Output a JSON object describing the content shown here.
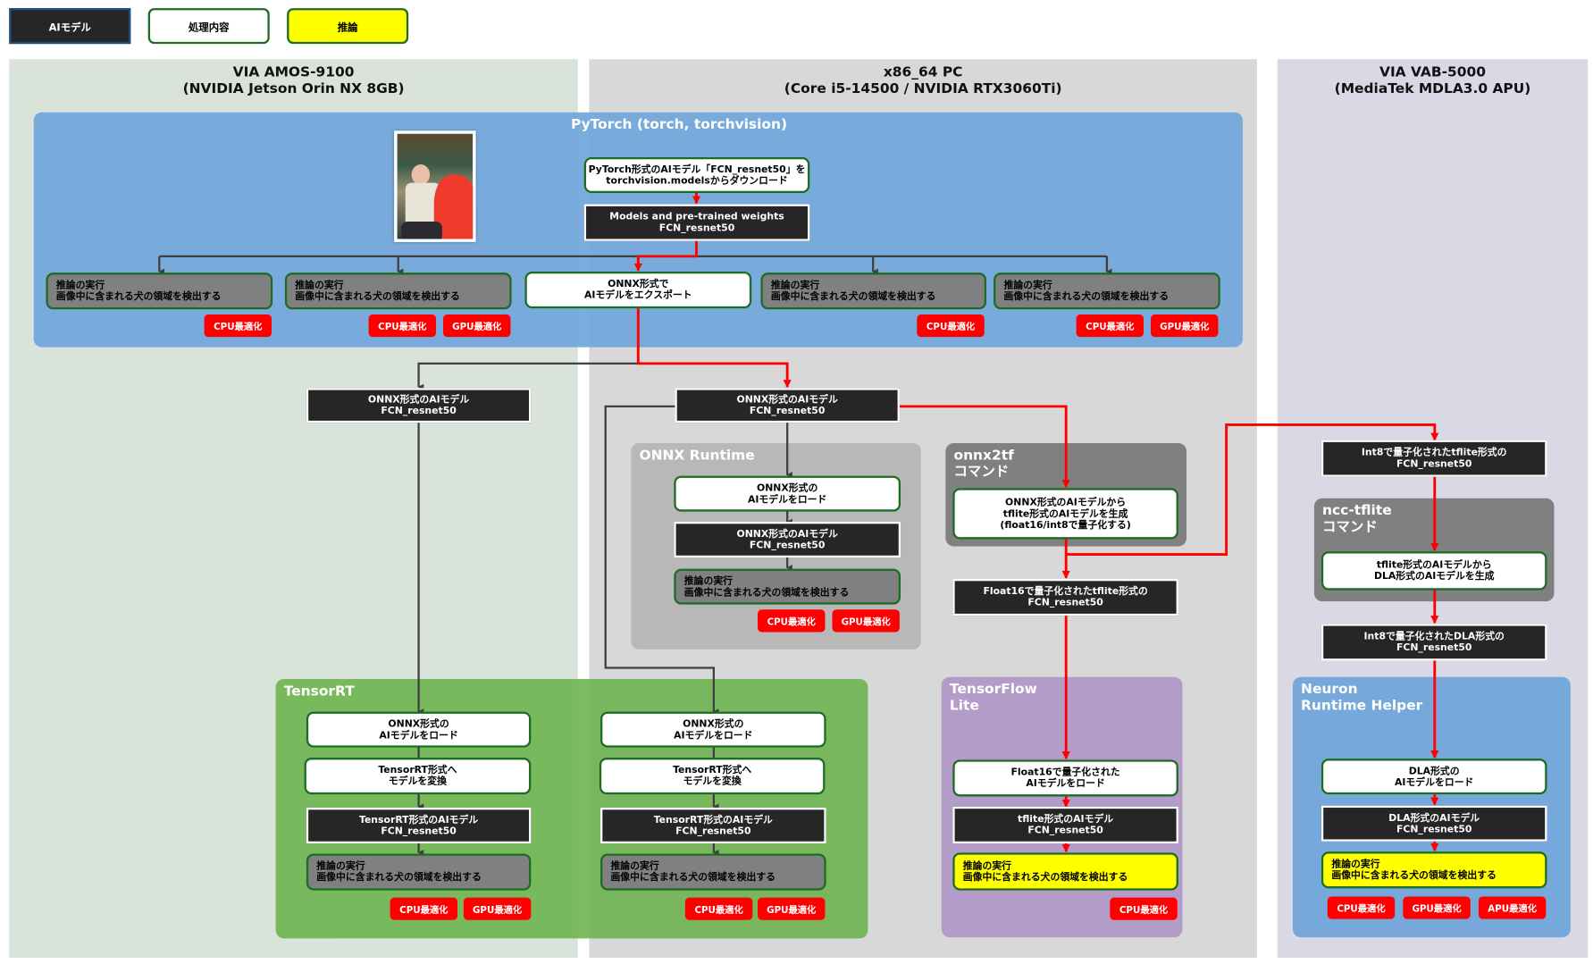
{
  "legend": {
    "model": "AIモデル",
    "process": "処理内容",
    "inference": "推論"
  },
  "panels": {
    "amos": {
      "title_line1": "VIA AMOS-9100",
      "title_line2": "(NVIDIA Jetson Orin NX 8GB)"
    },
    "pc": {
      "title_line1": "x86_64 PC",
      "title_line2": "(Core i5-14500 / NVIDIA RTX3060Ti)"
    },
    "vab": {
      "title_line1": "VIA VAB-5000",
      "title_line2": "(MediaTek MDLA3.0 APU)"
    }
  },
  "groups": {
    "pytorch": "PyTorch (torch, torchvision)",
    "onnxruntime": "ONNX Runtime",
    "onnx2tf": "onnx2tf\nコマンド",
    "tensorrt": "TensorRT",
    "tflite": "TensorFlow\nLite",
    "ncc": "ncc-tflite\nコマンド",
    "neuron": "Neuron\nRuntime Helper"
  },
  "image": {
    "alt": "segmentation result: man with dog highlighted in red"
  },
  "pytorch": {
    "download": "PyTorch形式のAIモデル「FCN_resnet50」を\ntorchvision.modelsからダウンロード",
    "weights": "Models and pre-trained weights\nFCN_resnet50",
    "export": "ONNX形式で\nAIモデルをエクスポート",
    "infer1": "推論の実行\n画像中に含まれる犬の領域を検出する",
    "infer2": "推論の実行\n画像中に含まれる犬の領域を検出する",
    "infer3": "推論の実行\n画像中に含まれる犬の領域を検出する",
    "infer4": "推論の実行\n画像中に含まれる犬の領域を検出する"
  },
  "onnx_model_amos": "ONNX形式のAIモデル\nFCN_resnet50",
  "onnx_model_pc": "ONNX形式のAIモデル\nFCN_resnet50",
  "onnxruntime": {
    "load": "ONNX形式の\nAIモデルをロード",
    "model": "ONNX形式のAIモデル\nFCN_resnet50",
    "infer": "推論の実行\n画像中に含まれる犬の領域を検出する"
  },
  "onnx2tf": {
    "convert": "ONNX形式のAIモデルから\ntflite形式のAIモデルを生成\n(float16/int8で量子化する)",
    "float16_model": "Float16で量子化されたtflite形式の\nFCN_resnet50"
  },
  "tensorrt_left": {
    "load": "ONNX形式の\nAIモデルをロード",
    "convert": "TensorRT形式へ\nモデルを変換",
    "model": "TensorRT形式のAIモデル\nFCN_resnet50",
    "infer": "推論の実行\n画像中に含まれる犬の領域を検出する"
  },
  "tensorrt_right": {
    "load": "ONNX形式の\nAIモデルをロード",
    "convert": "TensorRT形式へ\nモデルを変換",
    "model": "TensorRT形式のAIモデル\nFCN_resnet50",
    "infer": "推論の実行\n画像中に含まれる犬の領域を検出する"
  },
  "tflite": {
    "load": "Float16で量子化された\nAIモデルをロード",
    "model": "tflite形式のAIモデル\nFCN_resnet50",
    "infer": "推論の実行\n画像中に含まれる犬の領域を検出する"
  },
  "vab": {
    "int8_tflite": "Int8で量子化されたtflite形式の\nFCN_resnet50",
    "ncc_convert": "tflite形式のAIモデルから\nDLA形式のAIモデルを生成",
    "int8_dla": "Int8で量子化されたDLA形式の\nFCN_resnet50",
    "load": "DLA形式の\nAIモデルをロード",
    "model": "DLA形式のAIモデル\nFCN_resnet50",
    "infer": "推論の実行\n画像中に含まれる犬の領域を検出する"
  },
  "badges": {
    "cpu": "CPU最適化",
    "gpu": "GPU最適化",
    "apu": "APU最適化"
  },
  "colors": {
    "flow_main": "#ff0000",
    "flow_other": "#404040",
    "badge": "#ff0000"
  }
}
